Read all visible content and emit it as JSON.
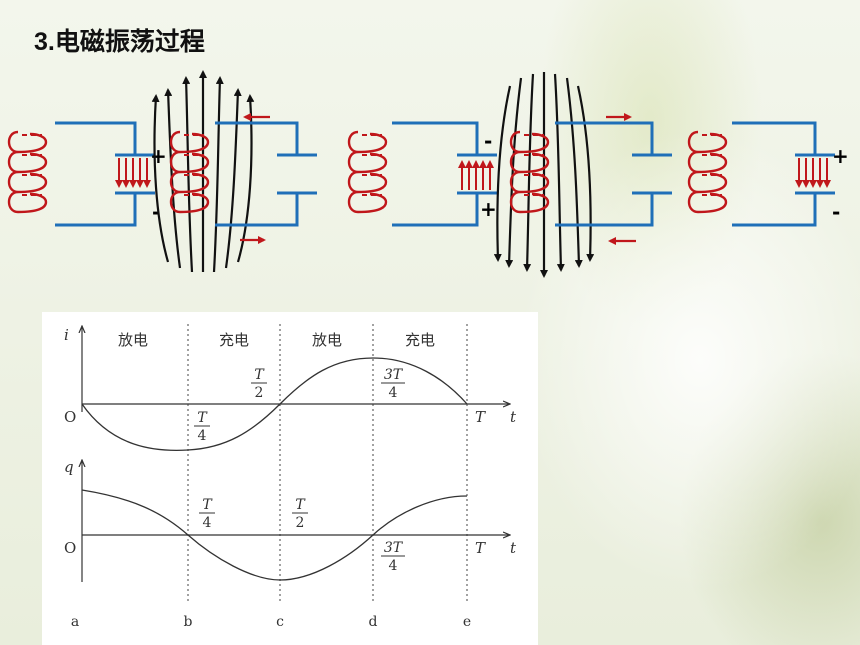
{
  "title": "3.电磁振荡过程",
  "circuits": {
    "signs": {
      "c1_top": "+",
      "c1_bottom": "-",
      "c3_top": "-",
      "c3_bottom": "+",
      "c5_top": "+",
      "c5_bottom": "-"
    }
  },
  "graph": {
    "phases": [
      "放电",
      "充电",
      "放电",
      "充电"
    ],
    "i_axis": "i",
    "q_axis": "q",
    "t_axis": "t",
    "origin": "O",
    "period_label": "T",
    "frac_T": "T",
    "frac_3T": "3T",
    "den_2": "2",
    "den_4": "4",
    "points": [
      "a",
      "b",
      "c",
      "d",
      "e"
    ]
  },
  "colors": {
    "wire": "#1f6fb8",
    "coil": "#c0171b",
    "field": "#111111"
  }
}
